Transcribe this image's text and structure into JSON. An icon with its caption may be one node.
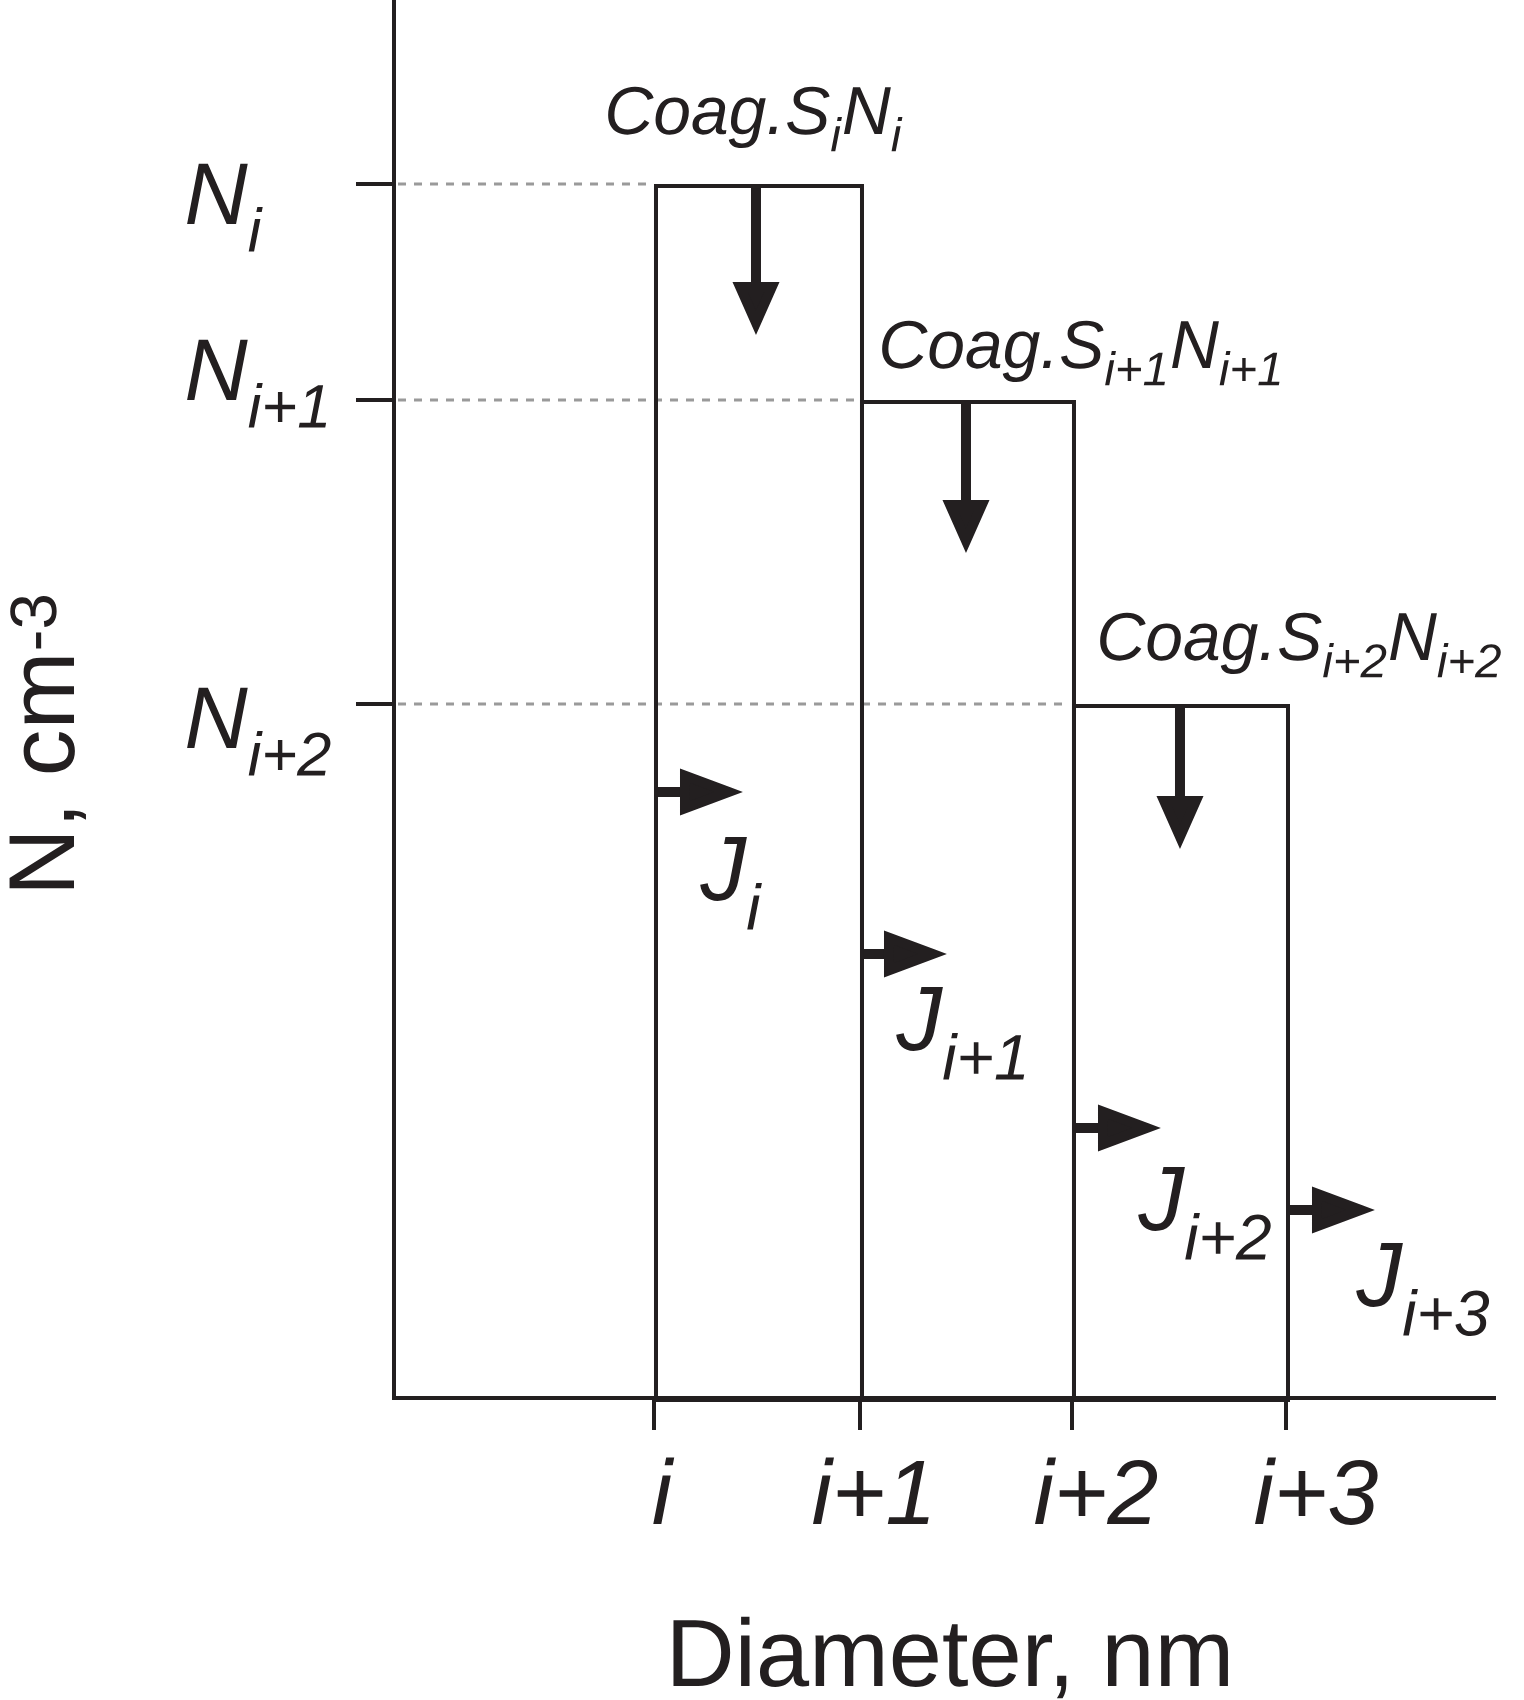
{
  "diagram": {
    "nodes": [
      {
        "text": [
          "Coag.S$_{i}$N$_{i}$",
          "J$_{i}$"
        ]
      },
      {
        "text": [
          "Coag.S$_{i+1}$N$_{i+1}$",
          "J$_{i+1}$"
        ]
      },
      {
        "text": [
          "Coag.S$_{i+2}$N$_{i+2}$",
          "J$_{i+2}$"
        ]
      }
    ],
    "labels": [
      "N$_{i}$",
      "N$_{i+1}$",
      "N$_{i+2}$",
      "N, cm$^{-3}$",
      "J$_{i+3}$",
      "i",
      "i+1",
      "i+2",
      "i+3",
      "Diameter, nm"
    ]
  }
}
